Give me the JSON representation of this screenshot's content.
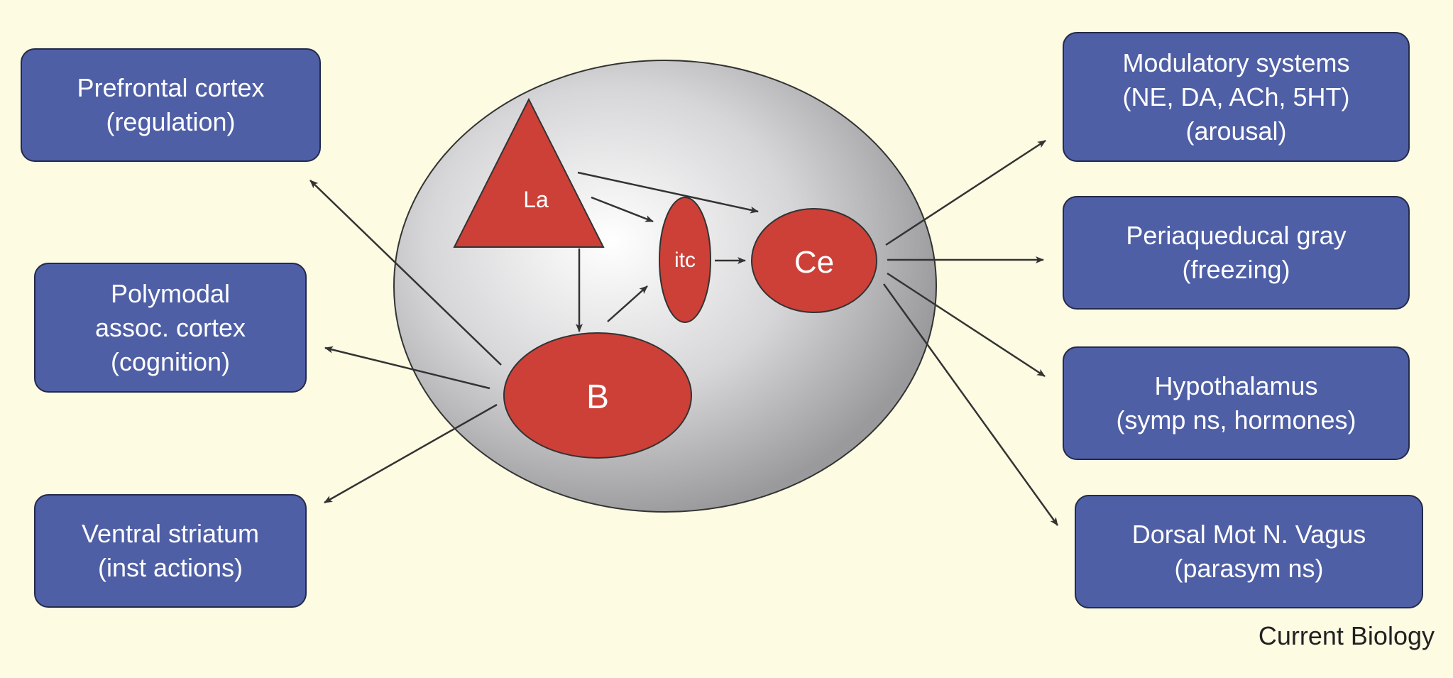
{
  "nuclei": {
    "la": "La",
    "itc": "itc",
    "ce": "Ce",
    "b": "B"
  },
  "targets_left": [
    {
      "name": "Prefrontal cortex",
      "role": "(regulation)"
    },
    {
      "name_line1": "Polymodal",
      "name_line2": "assoc. cortex",
      "role": "(cognition)"
    },
    {
      "name": "Ventral striatum",
      "role": "(inst actions)"
    }
  ],
  "targets_right": [
    {
      "name": "Modulatory systems",
      "detail": "(NE, DA, ACh, 5HT)",
      "role": "(arousal)"
    },
    {
      "name": "Periaqueducal gray",
      "role": "(freezing)"
    },
    {
      "name": "Hypothalamus",
      "role": "(symp ns, hormones)"
    },
    {
      "name": "Dorsal Mot N. Vagus",
      "role": "(parasym ns)"
    }
  ],
  "credit": "Current Biology",
  "colors": {
    "background": "#fdfbe2",
    "box_fill": "#4f5fa6",
    "nucleus_fill": "#cc4038",
    "arrow": "#333333"
  }
}
